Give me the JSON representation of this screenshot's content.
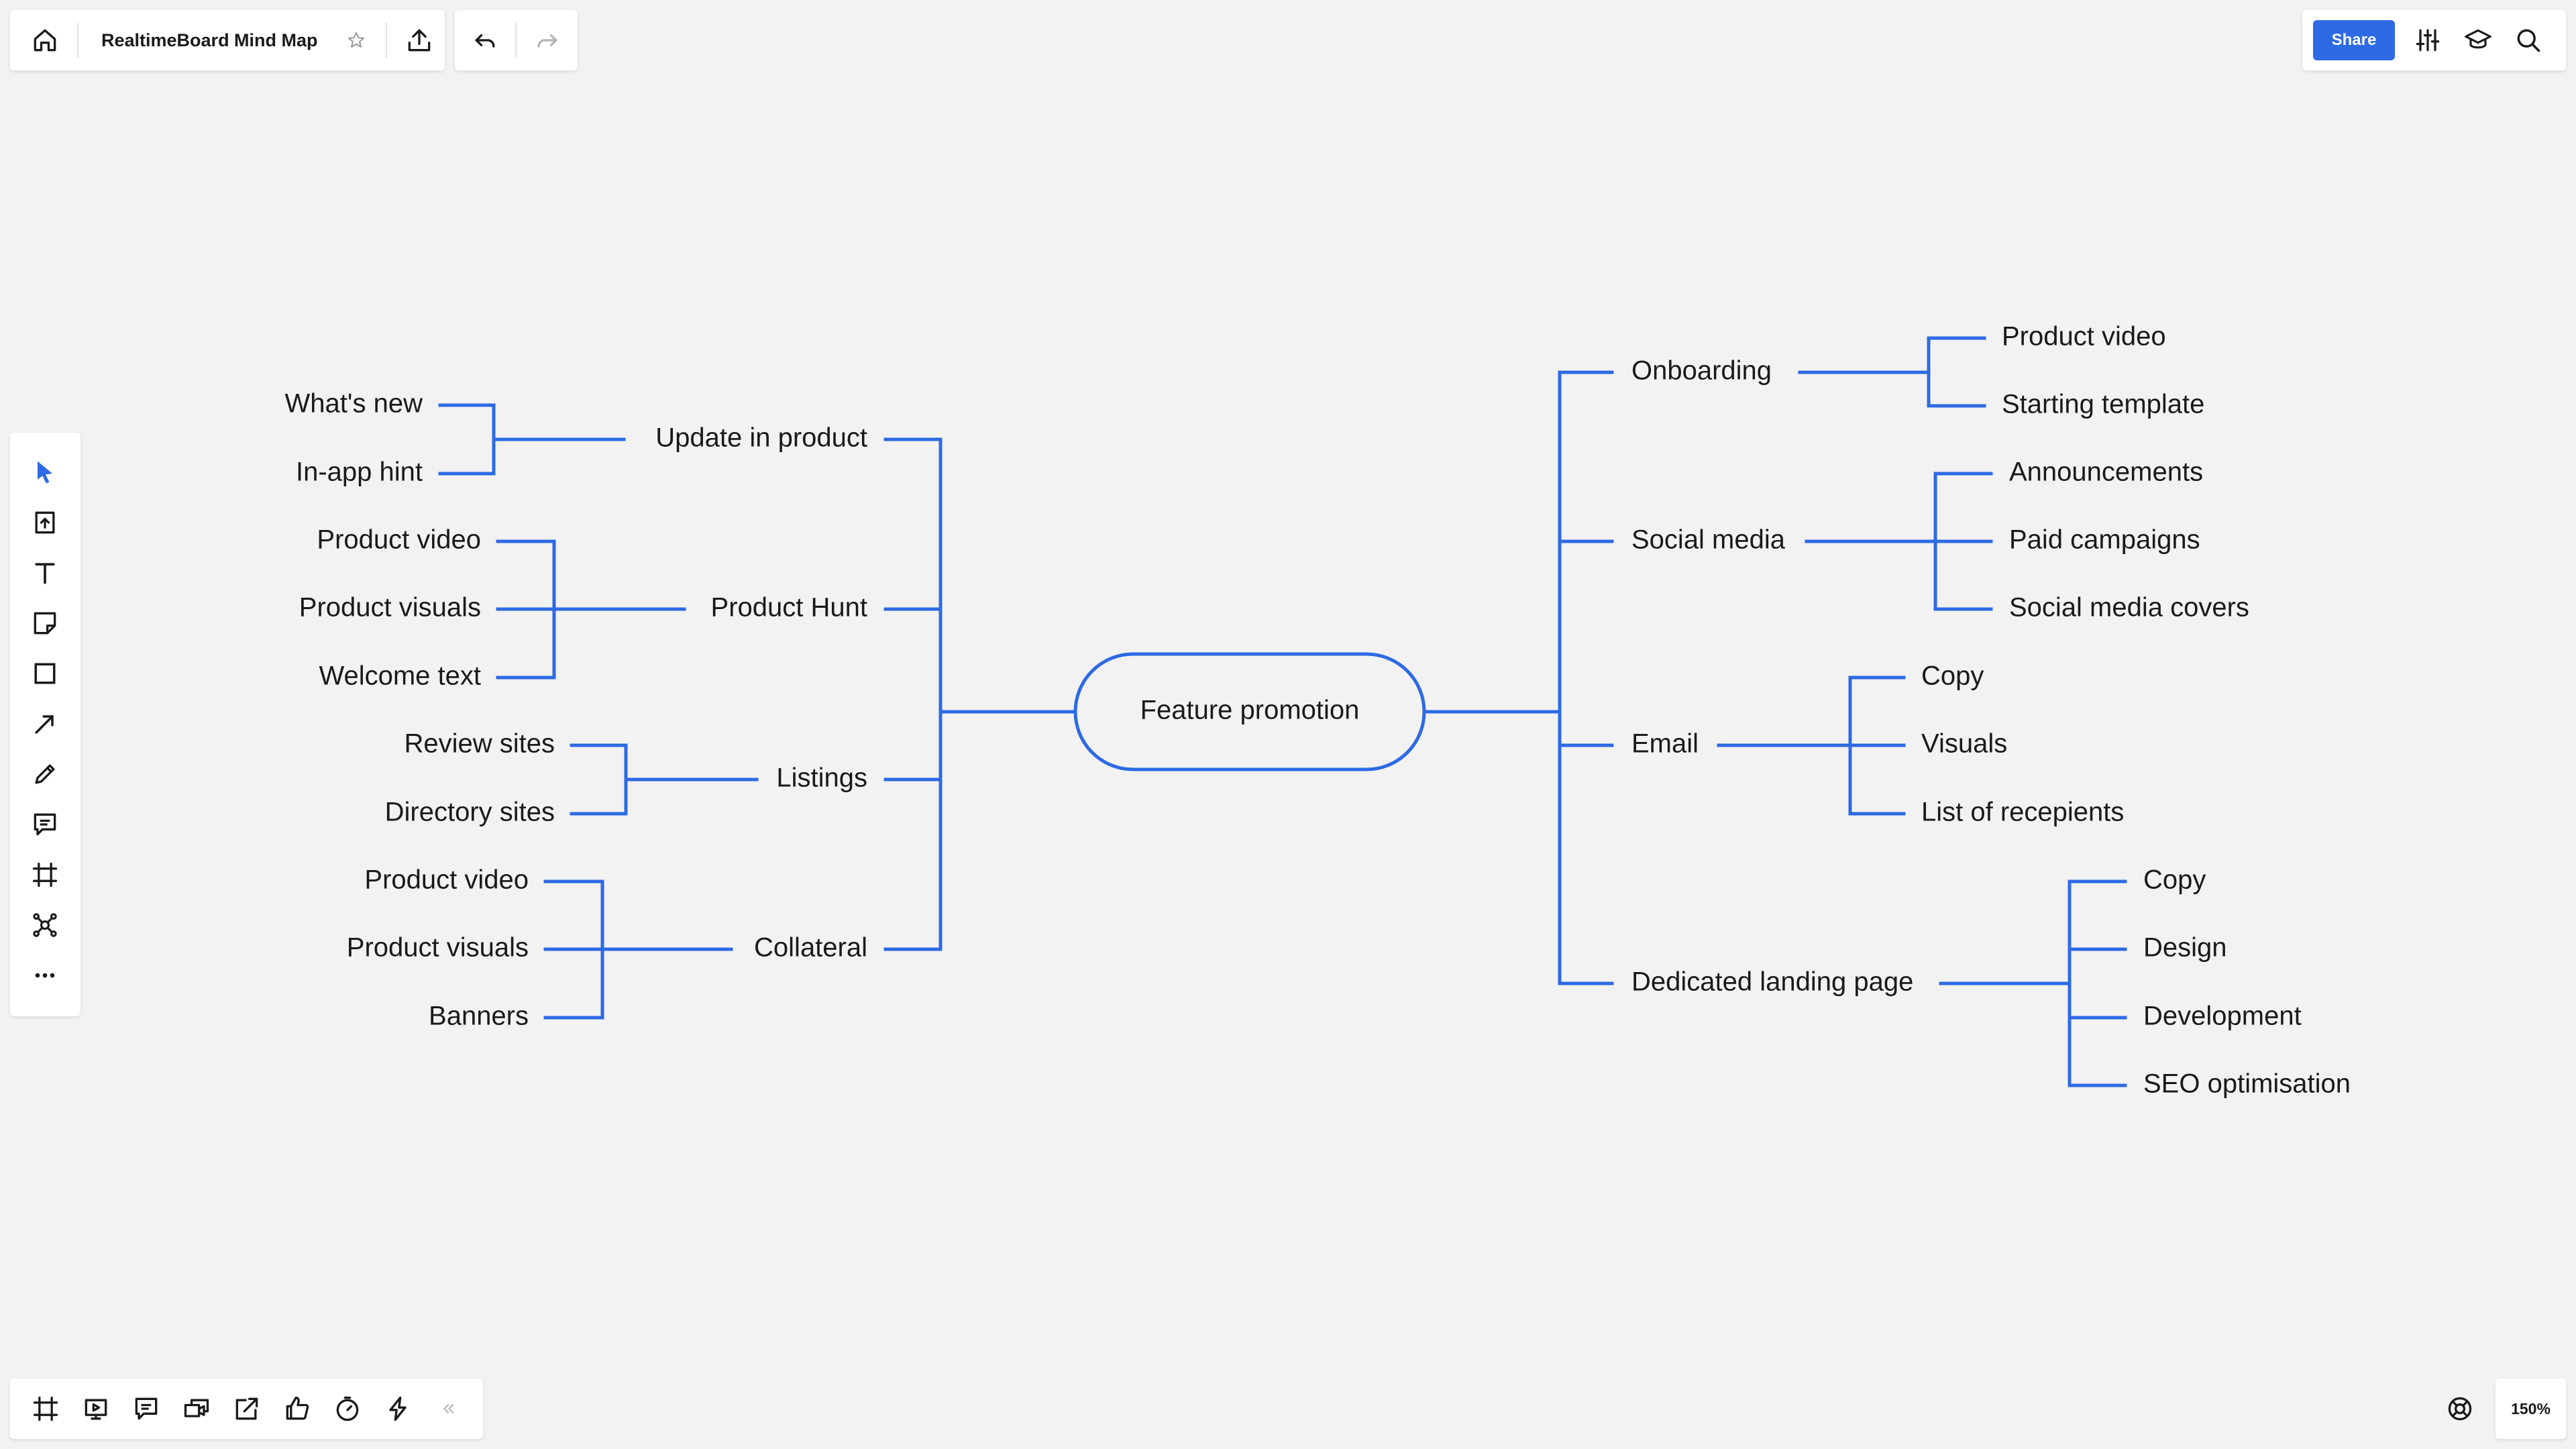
{
  "app": {
    "board_title": "RealtimeBoard Mind Map",
    "share_label": "Share",
    "zoom_label": "150%",
    "accent_color": "#2d6ae3",
    "line_color": "#2d6ae3"
  },
  "top_left_toolbar": {
    "icons": [
      "home-icon",
      "star-icon",
      "upload-icon"
    ]
  },
  "history_toolbar": {
    "icons": [
      "undo-icon",
      "redo-icon"
    ]
  },
  "top_right_toolbar": {
    "icons": [
      "settings-sliders-icon",
      "learning-cap-icon",
      "search-icon"
    ]
  },
  "left_toolbar": {
    "tools": [
      "select-icon",
      "upload-file-icon",
      "text-icon",
      "sticky-note-icon",
      "shape-icon",
      "arrow-icon",
      "pen-icon",
      "comment-icon",
      "frame-icon",
      "mind-map-icon",
      "more-icon"
    ]
  },
  "bottom_toolbar": {
    "icons": [
      "frames-icon",
      "presentation-icon",
      "comments-icon",
      "video-chat-icon",
      "screen-share-icon",
      "voting-icon",
      "timer-icon",
      "integrations-icon",
      "collapse-icon"
    ]
  },
  "bottom_right": {
    "icons": [
      "help-icon"
    ]
  },
  "mind_map": {
    "root": "Feature promotion",
    "left_branches": [
      {
        "label": "Update in product",
        "children": [
          "What's new",
          "In-app hint"
        ]
      },
      {
        "label": "Product Hunt",
        "children": [
          "Product video",
          "Product visuals",
          "Welcome text"
        ]
      },
      {
        "label": "Listings",
        "children": [
          "Review sites",
          "Directory sites"
        ]
      },
      {
        "label": "Collateral",
        "children": [
          "Product video",
          "Product visuals",
          "Banners"
        ]
      }
    ],
    "right_branches": [
      {
        "label": "Onboarding",
        "children": [
          "Product video",
          "Starting template"
        ]
      },
      {
        "label": "Social media",
        "children": [
          "Announcements",
          "Paid campaigns",
          "Social media covers"
        ]
      },
      {
        "label": "Email",
        "children": [
          "Copy",
          "Visuals",
          "List of recepients"
        ]
      },
      {
        "label": "Dedicated landing page",
        "children": [
          "Copy",
          "Design",
          "Development",
          "SEO optimisation"
        ]
      }
    ]
  }
}
